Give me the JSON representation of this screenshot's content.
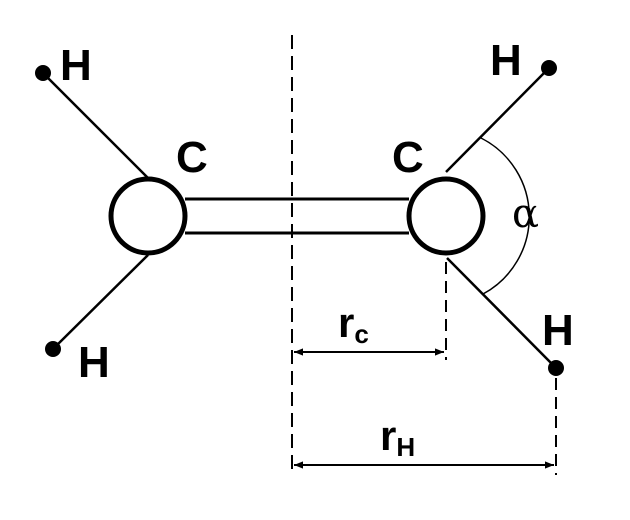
{
  "diagram": {
    "colors": {
      "stroke": "#000000",
      "background": "#ffffff"
    },
    "atoms": {
      "carbon_left": "C",
      "carbon_right": "C",
      "h_top_left": "H",
      "h_bottom_left": "H",
      "h_top_right": "H",
      "h_bottom_right": "H"
    },
    "angle_label": "α",
    "dimensions": {
      "rc": {
        "main": "r",
        "sub": "c"
      },
      "rh": {
        "main": "r",
        "sub": "H"
      }
    }
  }
}
